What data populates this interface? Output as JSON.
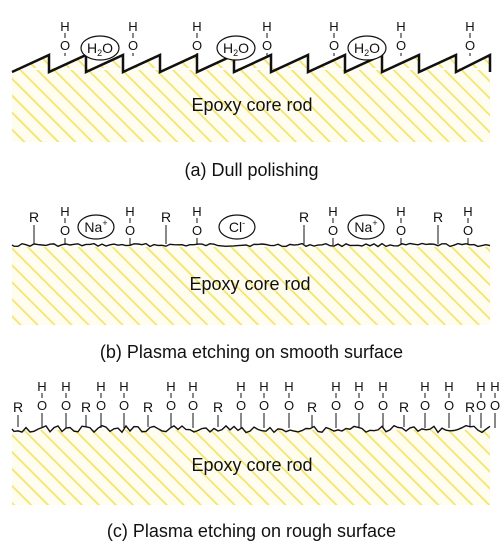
{
  "colors": {
    "hatch_line": "#f3e56a",
    "hatch_bg": "#fffdf0",
    "surface": "#111111"
  },
  "panels": [
    {
      "rod_label": "Epoxy core rod",
      "caption": "(a) Dull polishing",
      "groups": [
        {
          "type": "oh",
          "h": "H",
          "o": "O"
        },
        {
          "type": "molecule",
          "label": "H",
          "sub": "2",
          "tail": "O"
        },
        {
          "type": "oh",
          "h": "H",
          "o": "O"
        },
        {
          "type": "oh",
          "h": "H",
          "o": "O"
        },
        {
          "type": "molecule",
          "label": "H",
          "sub": "2",
          "tail": "O"
        },
        {
          "type": "oh",
          "h": "H",
          "o": "O"
        },
        {
          "type": "oh",
          "h": "H",
          "o": "O"
        },
        {
          "type": "molecule",
          "label": "H",
          "sub": "2",
          "tail": "O"
        },
        {
          "type": "oh",
          "h": "H",
          "o": "O"
        },
        {
          "type": "oh",
          "h": "H",
          "o": "O"
        }
      ]
    },
    {
      "rod_label": "Epoxy core rod",
      "caption": "(b) Plasma etching on smooth surface",
      "groups": [
        {
          "type": "r",
          "label": "R"
        },
        {
          "type": "oh",
          "h": "H",
          "o": "O"
        },
        {
          "type": "ion",
          "label": "Na",
          "sup": "+"
        },
        {
          "type": "oh",
          "h": "H",
          "o": "O"
        },
        {
          "type": "r",
          "label": "R"
        },
        {
          "type": "oh",
          "h": "H",
          "o": "O"
        },
        {
          "type": "ion",
          "label": "Cl",
          "sup": "-"
        },
        {
          "type": "r",
          "label": "R"
        },
        {
          "type": "oh",
          "h": "H",
          "o": "O"
        },
        {
          "type": "ion",
          "label": "Na",
          "sup": "+"
        },
        {
          "type": "oh",
          "h": "H",
          "o": "O"
        },
        {
          "type": "r",
          "label": "R"
        },
        {
          "type": "oh",
          "h": "H",
          "o": "O"
        }
      ]
    },
    {
      "rod_label": "Epoxy core rod",
      "caption": "(c) Plasma etching on rough surface",
      "groups": [
        {
          "type": "r",
          "label": "R"
        },
        {
          "type": "oh",
          "h": "H",
          "o": "O"
        },
        {
          "type": "oh",
          "h": "H",
          "o": "O"
        },
        {
          "type": "r",
          "label": "R"
        },
        {
          "type": "oh",
          "h": "H",
          "o": "O"
        },
        {
          "type": "oh",
          "h": "H",
          "o": "O"
        },
        {
          "type": "r",
          "label": "R"
        },
        {
          "type": "oh",
          "h": "H",
          "o": "O"
        },
        {
          "type": "oh",
          "h": "H",
          "o": "O"
        },
        {
          "type": "r",
          "label": "R"
        },
        {
          "type": "oh",
          "h": "H",
          "o": "O"
        },
        {
          "type": "oh",
          "h": "H",
          "o": "O"
        },
        {
          "type": "oh",
          "h": "H",
          "o": "O"
        },
        {
          "type": "r",
          "label": "R"
        },
        {
          "type": "oh",
          "h": "H",
          "o": "O"
        },
        {
          "type": "oh",
          "h": "H",
          "o": "O"
        },
        {
          "type": "oh",
          "h": "H",
          "o": "O"
        },
        {
          "type": "r",
          "label": "R"
        },
        {
          "type": "oh",
          "h": "H",
          "o": "O"
        },
        {
          "type": "oh",
          "h": "H",
          "o": "O"
        },
        {
          "type": "r",
          "label": "R"
        },
        {
          "type": "oh",
          "h": "H",
          "o": "O"
        },
        {
          "type": "oh",
          "h": "H",
          "o": "O"
        }
      ]
    }
  ]
}
